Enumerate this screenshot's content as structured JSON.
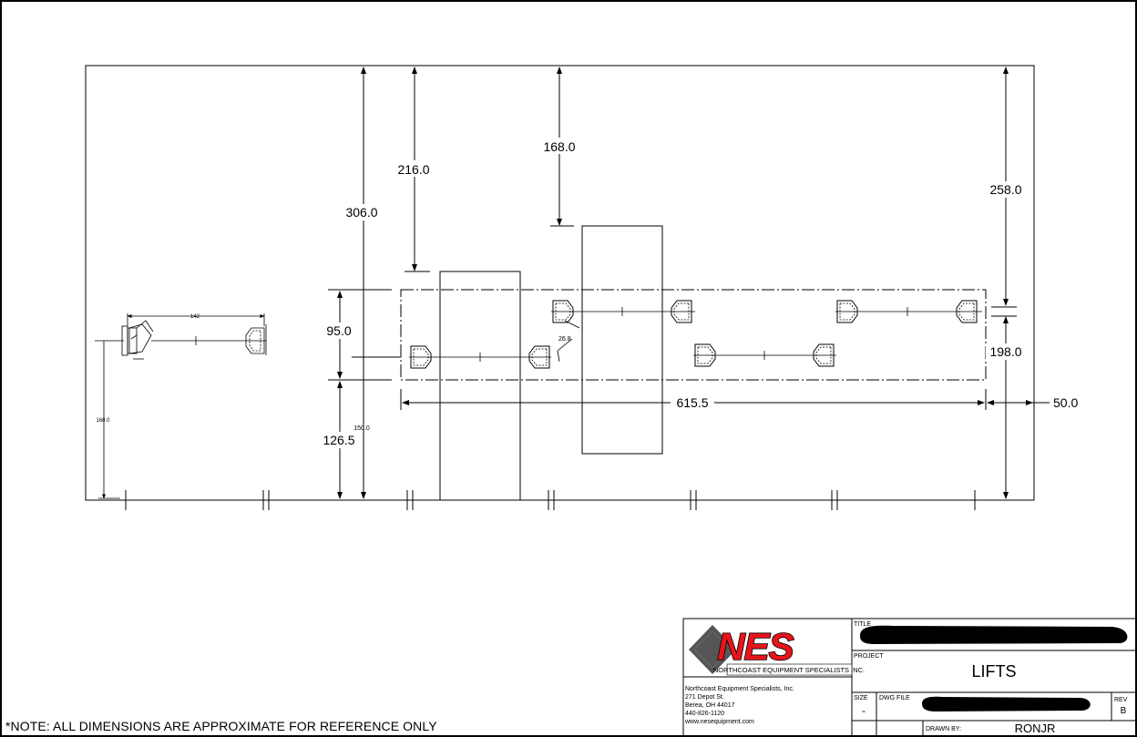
{
  "dimensions": {
    "d216": "216.0",
    "d306": "306.0",
    "d168_top": "168.0",
    "d258": "258.0",
    "d95": "95.0",
    "d198": "198.0",
    "d615": "615.5",
    "d50": "50.0",
    "d126": "126.5",
    "d150": "150.0",
    "d168_small": "168.0",
    "d142": "142",
    "d26": "26.8"
  },
  "title_block": {
    "company_name": "NES",
    "company_full": "NORTHCOAST EQUIPMENT SPECIALISTS INC.",
    "address": [
      "Northcoast Equipment Specialists, Inc.",
      "271 Depot St.",
      "Berea, OH 44017",
      "440-826-1120",
      "www.nesequipment.com"
    ],
    "title_label": "TITLE",
    "project_label": "PROJECT",
    "project_value": "LIFTS",
    "size_label": "SIZE",
    "size_value": "-",
    "dwg_label": "DWG FILE",
    "rev_label": "REV",
    "rev_value": "B",
    "drawn_label": "DRAWN BY:",
    "drawn_value": "RONJR",
    "colors": {
      "logo_red": "#e8141b",
      "logo_gray": "#555555",
      "redaction": "#000000"
    }
  },
  "note": "*NOTE: ALL DIMENSIONS ARE APPROXIMATE FOR REFERENCE ONLY"
}
